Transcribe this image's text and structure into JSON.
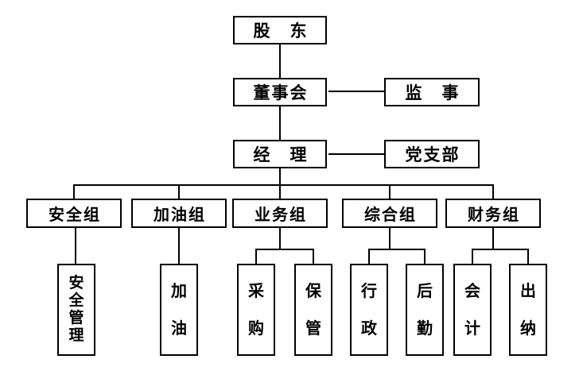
{
  "diagram": {
    "type": "org-chart",
    "colors": {
      "background": "#ffffff",
      "line": "#000000",
      "text": "#000000"
    },
    "nodes": {
      "shareholders": {
        "label": "股　东"
      },
      "board": {
        "label": "董事会"
      },
      "supervisor": {
        "label": "监　事"
      },
      "manager": {
        "label": "经　理"
      },
      "party_branch": {
        "label": "党支部"
      },
      "safety_group": {
        "label": "安全组"
      },
      "refuel_group": {
        "label": "加油组"
      },
      "business_group": {
        "label": "业务组"
      },
      "general_group": {
        "label": "综合组"
      },
      "finance_group": {
        "label": "财务组"
      },
      "safety_management": {
        "label": "安全管理"
      },
      "refuel": {
        "label": "加油"
      },
      "purchasing": {
        "label": "采购"
      },
      "storage": {
        "label": "保管"
      },
      "administration": {
        "label": "行政"
      },
      "logistics": {
        "label": "后勤"
      },
      "accounting": {
        "label": "会计"
      },
      "cashier": {
        "label": "出纳"
      }
    },
    "edges": [
      "shareholders-board",
      "board-supervisor",
      "board-manager",
      "manager-party_branch",
      "manager-safety_group",
      "manager-refuel_group",
      "manager-business_group",
      "manager-general_group",
      "manager-finance_group",
      "safety_group-safety_management",
      "refuel_group-refuel",
      "business_group-purchasing",
      "business_group-storage",
      "general_group-administration",
      "general_group-logistics",
      "finance_group-accounting",
      "finance_group-cashier"
    ]
  }
}
